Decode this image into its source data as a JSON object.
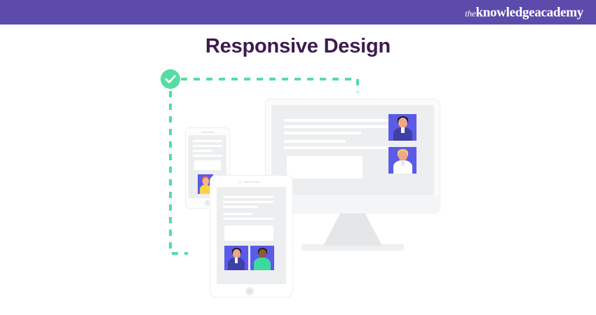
{
  "header": {
    "background_color": "#5c4bab",
    "logo": {
      "prefix": "the",
      "main": "knowledgeacademy",
      "full": "theknowledgeacademy"
    }
  },
  "title": {
    "text": "Responsive Design",
    "color": "#3d1b4e"
  },
  "accent": {
    "color": "#55dda4",
    "check_icon": "check-circle-icon",
    "dash_style": "dashed"
  },
  "illustration": {
    "theme": "responsive web design across devices",
    "device_frame_color": "#fdfdfd",
    "screen_color": "#eceef0",
    "content_color": "#ffffff",
    "avatar_background": "#5b5be8",
    "devices": [
      {
        "name": "desktop-monitor",
        "type": "monitor",
        "text_lines": 5,
        "cards": 1,
        "avatars": [
          {
            "name": "avatar-dark-hair-navy-shirt",
            "hair": "#1c1c28",
            "skin": "#f0a787",
            "shirt": "#3f3fa8"
          },
          {
            "name": "avatar-blonde-white-shirt",
            "hair": "#f7cf62",
            "skin": "#f0a787",
            "shirt": "#ffffff"
          }
        ]
      },
      {
        "name": "background-phone",
        "type": "phone",
        "text_lines": 4,
        "cards": 1,
        "avatars": [
          {
            "name": "avatar-orange-hair-yellow-shirt",
            "hair": "#ef6e4e",
            "skin": "#f3b493",
            "shirt": "#ffd23f"
          }
        ]
      },
      {
        "name": "foreground-tablet",
        "type": "tablet",
        "text_lines": 5,
        "cards": 1,
        "avatars": [
          {
            "name": "avatar-dark-hair-blue-jacket",
            "hair": "#1c1c28",
            "skin": "#f0a787",
            "shirt": "#3f3fa8"
          },
          {
            "name": "avatar-dark-skin-green-shirt",
            "hair": "#2b1d17",
            "skin": "#8a5a3b",
            "shirt": "#3ed9a0"
          }
        ]
      }
    ]
  }
}
